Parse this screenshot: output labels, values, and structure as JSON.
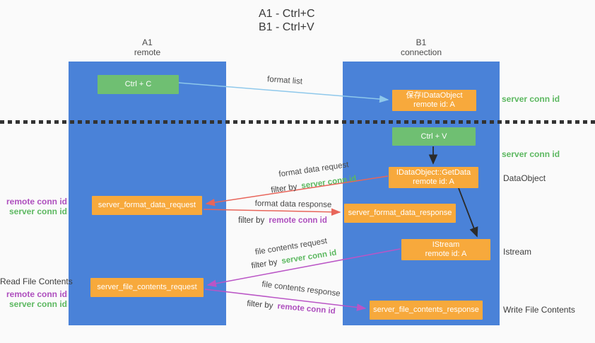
{
  "title": {
    "line1": "A1 - Ctrl+C",
    "line2": "B1 - Ctrl+V"
  },
  "lanes": [
    {
      "name": "A1",
      "subtitle": "remote"
    },
    {
      "name": "B1",
      "subtitle": "connection"
    }
  ],
  "nodes": {
    "ctrl_c": "Ctrl + C",
    "save_idataobject": {
      "line1": "保存IDataObject",
      "line2": "remote id: A"
    },
    "ctrl_v": "Ctrl + V",
    "getdata": {
      "line1": "IDataObject::GetData",
      "line2": "remote id: A"
    },
    "server_format_data_request": "server_format_data_request",
    "server_format_data_response": "server_format_data_response",
    "istream": {
      "line1": "IStream",
      "line2": "remote id: A"
    },
    "server_file_contents_request": "server_file_contents_request",
    "server_file_contents_response": "server_file_contents_response"
  },
  "arrow_labels": {
    "format_list": "format list",
    "format_data_request": "format data request",
    "format_data_response": "format data response",
    "file_contents_request": "file contents request",
    "file_contents_response": "file contents response",
    "filter_by": "filter by",
    "server_conn_id": "server conn id",
    "remote_conn_id": "remote conn id"
  },
  "side_labels": {
    "right_server_conn_id_1": "server conn id",
    "right_server_conn_id_2": "server conn id",
    "dataobject": "DataObject",
    "istream": "Istream",
    "write_file_contents": "Write File Contents",
    "left_remote_conn_id_1": "remote conn id",
    "left_server_conn_id_1": "server conn id",
    "read_file_contents": "Read File Contents",
    "left_remote_conn_id_2": "remote conn id",
    "left_server_conn_id_2": "server conn id"
  },
  "colors": {
    "lane-blue": "#4A82D8",
    "node-green": "#6FBF72",
    "node-orange": "#F7A93C",
    "text-green": "#5CB860",
    "text-purple": "#AE4FBE",
    "arrow-red": "#E8655A",
    "arrow-purple": "#BA55C6",
    "arrow-blue": "#8EC8EB",
    "arrow-black": "#2B2B2B"
  }
}
